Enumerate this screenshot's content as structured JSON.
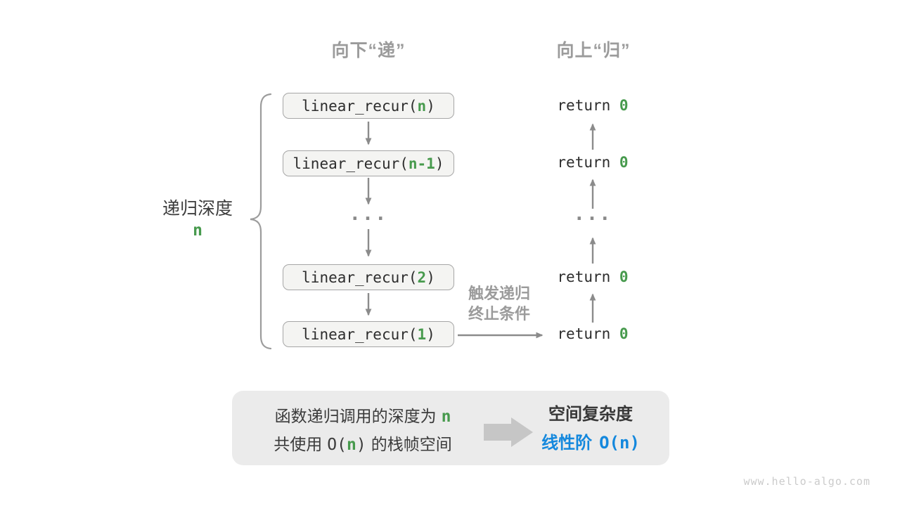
{
  "colors": {
    "green": "#479a4d",
    "blue": "#1488dd",
    "arrow_gray": "#8b8b8b",
    "label_gray": "#9b9b9b",
    "text_dark": "#2d2d2d",
    "box_bg": "#f4f4f2",
    "box_border": "#a6a6a6",
    "summary_bg": "#ebebeb"
  },
  "headers": {
    "descend": "向下“递”",
    "ascend": "向上“归”"
  },
  "depth": {
    "label": "递归深度",
    "value": "n"
  },
  "calls": [
    {
      "pre": "linear_recur(",
      "arg": "n",
      "post": ")"
    },
    {
      "pre": "linear_recur(",
      "arg": "n-1",
      "post": ")"
    },
    {
      "pre": "linear_recur(",
      "arg": "2",
      "post": ")"
    },
    {
      "pre": "linear_recur(",
      "arg": "1",
      "post": ")"
    }
  ],
  "returns": [
    {
      "pre": "return ",
      "val": "0"
    },
    {
      "pre": "return ",
      "val": "0"
    },
    {
      "pre": "return ",
      "val": "0"
    },
    {
      "pre": "return ",
      "val": "0"
    }
  ],
  "ellipsis": "...",
  "base_case": {
    "line1": "触发递归",
    "line2": "终止条件"
  },
  "summary": {
    "line1_text": "函数递归调用的深度为",
    "line1_n": "n",
    "line2_lead": "共使用",
    "line2_open": "O(",
    "line2_n": "n",
    "line2_close": ")",
    "line2_tail": "的栈帧空间",
    "result_title": "空间复杂度",
    "result_prefix": "线性阶",
    "result_formula": "O(n)"
  },
  "watermark": "www.hello-algo.com"
}
